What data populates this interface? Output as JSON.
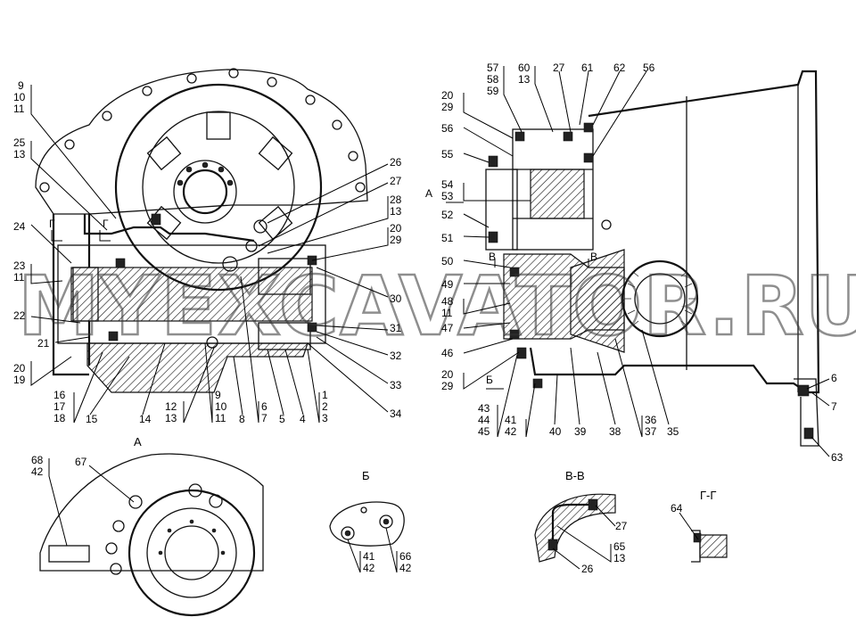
{
  "watermark": "MYEXCAVATOR.RU",
  "section_labels": {
    "view_a": "A",
    "view_b": "Б",
    "section_vv": "В-В",
    "section_gg": "Г-Г"
  },
  "view_markers": {
    "a_arrow": "А",
    "b_arrow": "Б",
    "v_left": "В",
    "v_right": "В",
    "g_left": "Г",
    "g_right": "Г"
  },
  "callouts": {
    "left": {
      "c9_10_11_top": [
        "9",
        "10",
        "11"
      ],
      "c25_13": [
        "25",
        "13"
      ],
      "c24": [
        "24"
      ],
      "c23_11": [
        "23",
        "11"
      ],
      "c22": [
        "22"
      ],
      "c21": [
        "21"
      ],
      "c20_19": [
        "20",
        "19"
      ],
      "c16_17_18": [
        "16",
        "17",
        "18"
      ],
      "c15": [
        "15"
      ],
      "c14": [
        "14"
      ],
      "c12_13": [
        "12",
        "13"
      ],
      "c9_10_11_bottom": [
        "9",
        "10",
        "11"
      ],
      "c8": [
        "8"
      ],
      "c6_7": [
        "6",
        "7"
      ],
      "c5": [
        "5"
      ],
      "c4": [
        "4"
      ],
      "c1_2_3": [
        "1",
        "2",
        "3"
      ],
      "c26": [
        "26"
      ],
      "c27": [
        "27"
      ],
      "c28_13": [
        "28",
        "13"
      ],
      "c20_29": [
        "20",
        "29"
      ],
      "c30": [
        "30"
      ],
      "c31": [
        "31"
      ],
      "c32": [
        "32"
      ],
      "c33": [
        "33"
      ],
      "c34": [
        "34"
      ]
    },
    "right": {
      "c57_58_59": [
        "57",
        "58",
        "59"
      ],
      "c60_13": [
        "60",
        "13"
      ],
      "c27": [
        "27"
      ],
      "c61": [
        "61"
      ],
      "c62": [
        "62"
      ],
      "c56_top": [
        "56"
      ],
      "c20_29_top": [
        "20",
        "29"
      ],
      "c56": [
        "56"
      ],
      "c55": [
        "55"
      ],
      "c54_53": [
        "54",
        "53"
      ],
      "c52": [
        "52"
      ],
      "c51": [
        "51"
      ],
      "c50": [
        "50"
      ],
      "c49": [
        "49"
      ],
      "c48_11": [
        "48",
        "11"
      ],
      "c47": [
        "47"
      ],
      "c46": [
        "46"
      ],
      "c20_29_bottom": [
        "20",
        "29"
      ],
      "c43_44_45": [
        "43",
        "44",
        "45"
      ],
      "c41_42": [
        "41",
        "42"
      ],
      "c40": [
        "40"
      ],
      "c39": [
        "39"
      ],
      "c38": [
        "38"
      ],
      "c36_37": [
        "36",
        "37"
      ],
      "c35": [
        "35"
      ],
      "c6": [
        "6"
      ],
      "c7": [
        "7"
      ],
      "c63": [
        "63"
      ]
    },
    "details": {
      "c68_42": [
        "68",
        "42"
      ],
      "c67": [
        "67"
      ],
      "c41_42_b": [
        "41",
        "42"
      ],
      "c66_42": [
        "66",
        "42"
      ],
      "c27_vv": [
        "27"
      ],
      "c65_13": [
        "65",
        "13"
      ],
      "c26_vv": [
        "26"
      ],
      "c64": [
        "64"
      ]
    }
  }
}
